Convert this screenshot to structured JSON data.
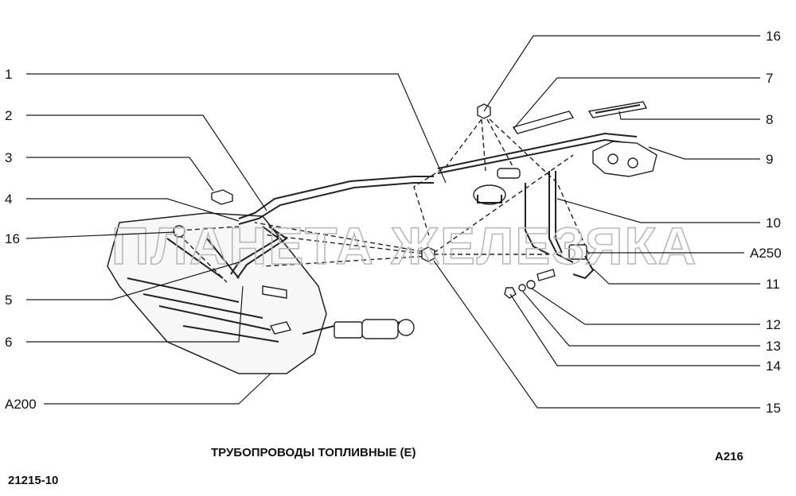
{
  "title": "ТРУБОПРОВОДЫ ТОПЛИВНЫЕ (E)",
  "page_code": "A216",
  "catalog_number": "21215-10",
  "watermark": "ПЛАНЕТА ЖЕЛЕЗЯКА",
  "callouts": {
    "c1": "1",
    "c2": "2",
    "c3": "3",
    "c4": "4",
    "c16l": "16",
    "c5": "5",
    "c6": "6",
    "c200": "A200",
    "c16r": "16",
    "c7": "7",
    "c8": "8",
    "c9": "9",
    "c10": "10",
    "c250": "A250",
    "c11": "11",
    "c12": "12",
    "c13": "13",
    "c14": "14",
    "c15": "15"
  }
}
